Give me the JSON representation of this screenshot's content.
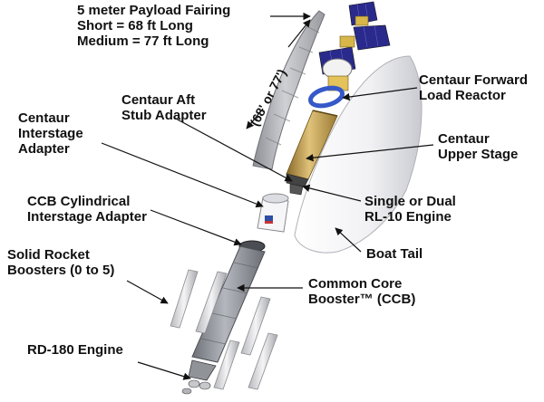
{
  "colors": {
    "fairing_white": "#f2f2f4",
    "fairing_shade": "#a9a9ae",
    "centaur_gold": "#c9a24a",
    "ccb_gray": "#8e9298",
    "solar_panel_blue": "#2a2a8c",
    "reactor_ring_blue": "#3658c8"
  },
  "labels": {
    "payload_fairing": {
      "lines": [
        "5 meter Payload Fairing",
        "Short = 68 ft Long",
        "Medium = 77 ft Long"
      ]
    },
    "fairing_length": {
      "text": "(68' or 77')"
    },
    "centaur_forward_load_reactor": {
      "lines": [
        "Centaur Forward",
        "Load Reactor"
      ]
    },
    "centaur_aft_stub_adapter": {
      "lines": [
        "Centaur Aft",
        "Stub Adapter"
      ]
    },
    "centaur_interstage_adapter": {
      "lines": [
        "Centaur",
        "Interstage",
        "Adapter"
      ]
    },
    "centaur_upper_stage": {
      "lines": [
        "Centaur",
        "Upper Stage"
      ]
    },
    "ccb_cylindrical_interstage_adapter": {
      "lines": [
        "CCB Cylindrical",
        "Interstage Adapter"
      ]
    },
    "rl10_engine": {
      "lines": [
        "Single or Dual",
        "RL-10 Engine"
      ]
    },
    "boat_tail": {
      "text": "Boat Tail"
    },
    "solid_rocket_boosters": {
      "lines": [
        "Solid Rocket",
        "Boosters (0 to 5)"
      ]
    },
    "common_core_booster": {
      "lines": [
        "Common Core",
        "Booster™  (CCB)"
      ]
    },
    "rd180_engine": {
      "text": "RD-180 Engine"
    }
  }
}
